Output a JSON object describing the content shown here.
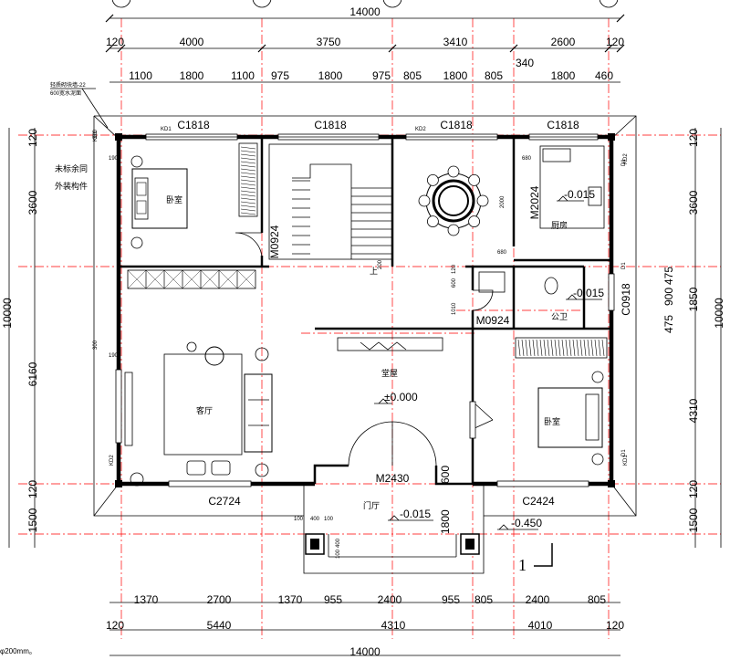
{
  "top_dims": {
    "overall": "14000",
    "row1": [
      "120",
      "4000",
      "3750",
      "3410",
      "2600",
      "120"
    ],
    "row2": [
      "1100",
      "1800",
      "1100",
      "975",
      "1800",
      "975",
      "805",
      "1800",
      "805",
      "1800",
      "460"
    ],
    "extra": "340"
  },
  "bottom_dims": {
    "overall": "14000",
    "row1": [
      "1370",
      "2700",
      "1370",
      "955",
      "2400",
      "955",
      "805",
      "2400",
      "805"
    ],
    "row2": [
      "120",
      "5440",
      "4310",
      "4010",
      "120"
    ]
  },
  "left_dims": {
    "overall": "10000",
    "parts": [
      "120",
      "3600",
      "6160",
      "120",
      "1500"
    ],
    "small": [
      "300",
      "300",
      "190",
      "190"
    ]
  },
  "right_dims": {
    "overall": "10000",
    "parts": [
      "120",
      "3600",
      "475",
      "900",
      "475",
      "1850",
      "4310",
      "120",
      "1500"
    ]
  },
  "notes": {
    "leader1": "轻质砌块墙-22",
    "leader2": "600宽水泥面",
    "note1": "未标余同",
    "note2": "外装构件",
    "scale_note": "φ200mm。"
  },
  "windows": [
    "C1818",
    "C1818",
    "C1818",
    "C1818",
    "C2724",
    "C2424",
    "C0918"
  ],
  "doors": [
    "M0924",
    "M2024",
    "M0924",
    "M2430"
  ],
  "tags": [
    "KD1",
    "KD2",
    "KD2",
    "KD1",
    "KD1",
    "KD2",
    "D1",
    "D1",
    "D1"
  ],
  "rooms": {
    "bedroom_nw": "卧室",
    "kitchen": "厨房",
    "living": "客厅",
    "hall": "堂屋",
    "toilet": "公卫",
    "bedroom_se": "卧室",
    "porch": "门厅",
    "stair_up": "上"
  },
  "levels": {
    "hall": "±0.000",
    "kitchen": "-0.015",
    "toilet": "-0.015",
    "porch": "-0.015",
    "outside": "-0.450"
  },
  "misc_dims": [
    "680",
    "2000",
    "680",
    "600",
    "120",
    "1010",
    "200",
    "600",
    "1800",
    "100",
    "400",
    "100",
    "400",
    "100"
  ],
  "section_mark": "1"
}
